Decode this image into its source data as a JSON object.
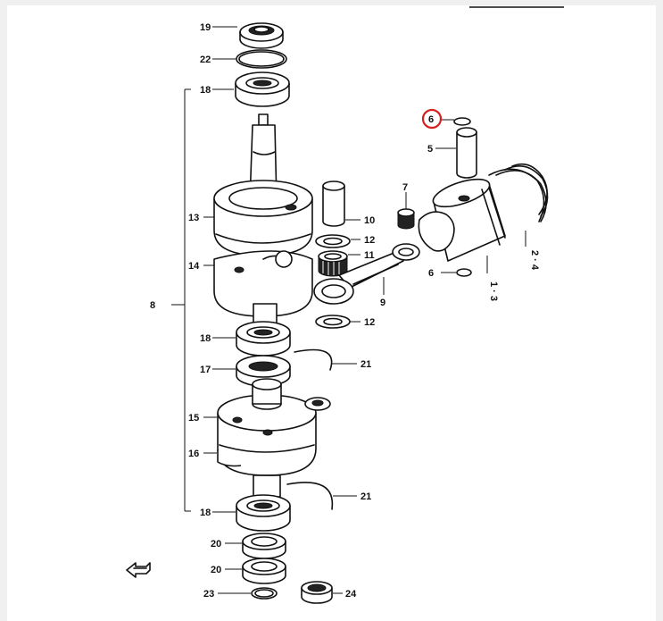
{
  "diagram": {
    "highlight_color": "#d62020",
    "labels": {
      "l19": "19",
      "l22": "22",
      "l18a": "18",
      "l6a": "6",
      "l5": "5",
      "l7": "7",
      "l13": "13",
      "l10": "10",
      "l12a": "12",
      "l11": "11",
      "l14": "14",
      "l6b": "6",
      "l2_4": "2 · 4",
      "l1_3": "1 · 3",
      "l9": "9",
      "l8": "8",
      "l12b": "12",
      "l18b": "18",
      "l21a": "21",
      "l17": "17",
      "l15": "15",
      "l16": "16",
      "l21b": "21",
      "l18c": "18",
      "l20a": "20",
      "l20b": "20",
      "l23": "23",
      "l24": "24"
    },
    "icons": {
      "direction_arrow": "front-arrow-icon"
    }
  }
}
